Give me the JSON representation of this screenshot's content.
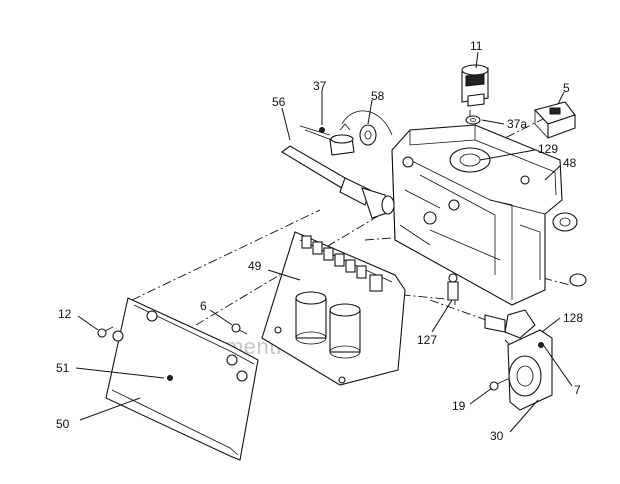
{
  "callouts": {
    "c11": "11",
    "c5": "5",
    "c37": "37",
    "c58": "58",
    "c56": "56",
    "c37a": "37a",
    "c129": "129",
    "c48": "48",
    "c49": "49",
    "c12": "12",
    "c6": "6",
    "c127": "127",
    "c128": "128",
    "c51": "51",
    "c7": "7",
    "c50": "50",
    "c19": "19",
    "c30": "30"
  },
  "watermark": "eReplacementParts.com"
}
